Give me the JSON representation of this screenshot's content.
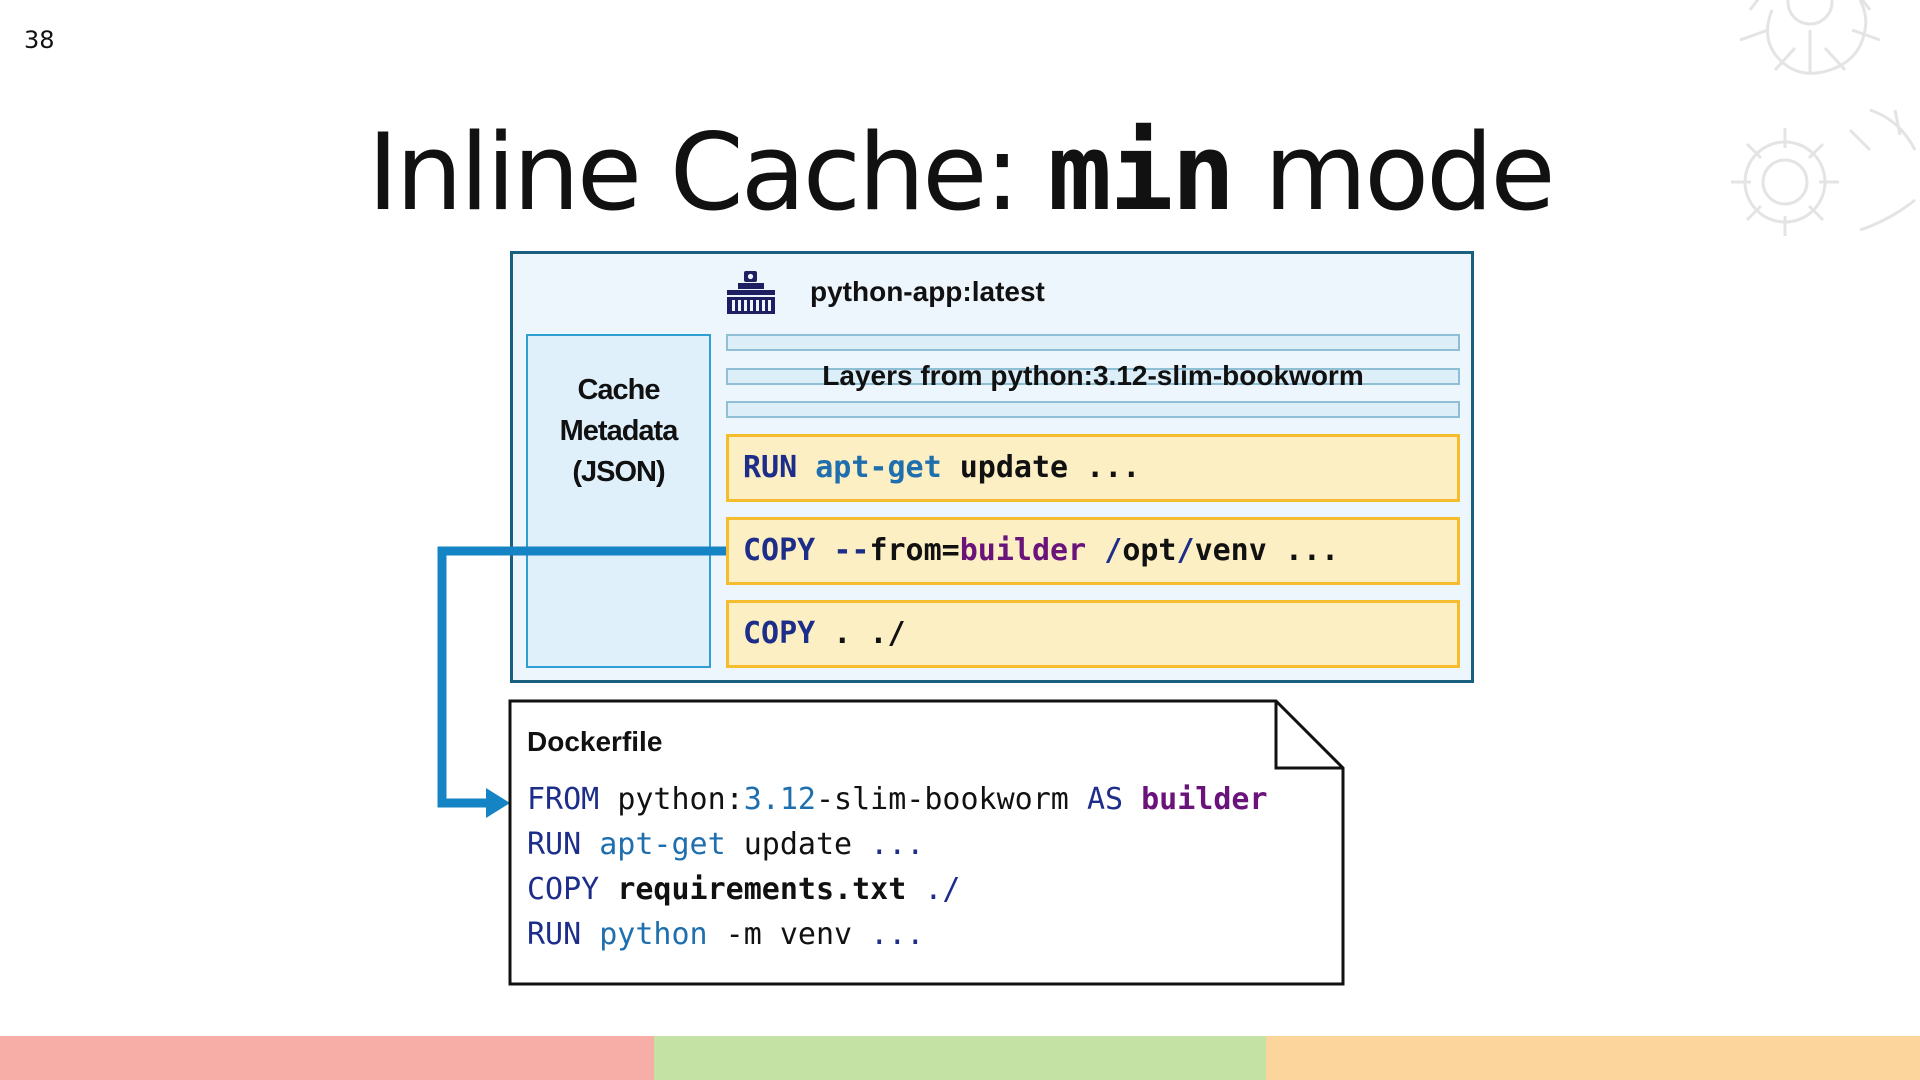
{
  "slide": {
    "number": "38",
    "title_prefix": "Inline Cache: ",
    "title_code": "min",
    "title_suffix": " mode"
  },
  "image_box": {
    "title": "python-app:latest",
    "icon": "container-ship-icon",
    "cache_metadata": {
      "line1": "Cache",
      "line2": "Metadata",
      "line3": "(JSON)"
    },
    "base_layers_label": "Layers from python:3.12-slim-bookworm",
    "layers": [
      {
        "parts": [
          {
            "text": "RUN ",
            "role": "kw"
          },
          {
            "text": "apt-get",
            "role": "fn"
          },
          {
            "text": " update ...",
            "role": "txt"
          }
        ]
      },
      {
        "parts": [
          {
            "text": "COPY ",
            "role": "kw"
          },
          {
            "text": "--",
            "role": "kw"
          },
          {
            "text": "from=",
            "role": "txt"
          },
          {
            "text": "builder",
            "role": "ref"
          },
          {
            "text": " /",
            "role": "kw"
          },
          {
            "text": "opt",
            "role": "txt"
          },
          {
            "text": "/",
            "role": "kw"
          },
          {
            "text": "venv ...",
            "role": "txt"
          }
        ]
      },
      {
        "parts": [
          {
            "text": "COPY",
            "role": "kw"
          },
          {
            "text": " . ./",
            "role": "txt"
          }
        ]
      }
    ]
  },
  "dockerfile": {
    "title": "Dockerfile",
    "lines": [
      {
        "parts": [
          {
            "text": "FROM ",
            "role": "kw"
          },
          {
            "text": "python:",
            "role": "txt"
          },
          {
            "text": "3.12",
            "role": "fn"
          },
          {
            "text": "-slim-bookworm ",
            "role": "txt"
          },
          {
            "text": "AS ",
            "role": "kw"
          },
          {
            "text": "builder",
            "role": "ref-bold"
          }
        ]
      },
      {
        "parts": [
          {
            "text": "RUN ",
            "role": "kw"
          },
          {
            "text": "apt-get",
            "role": "fn"
          },
          {
            "text": " update ",
            "role": "txt"
          },
          {
            "text": "...",
            "role": "kw"
          }
        ]
      },
      {
        "parts": [
          {
            "text": "COPY ",
            "role": "kw"
          },
          {
            "text": "requirements.txt",
            "role": "txt-bold"
          },
          {
            "text": " ./",
            "role": "kw"
          }
        ]
      },
      {
        "parts": [
          {
            "text": "RUN ",
            "role": "kw"
          },
          {
            "text": "python",
            "role": "fn"
          },
          {
            "text": " -m ",
            "role": "txt"
          },
          {
            "text": "venv ",
            "role": "txt"
          },
          {
            "text": "...",
            "role": "kw"
          }
        ]
      }
    ]
  },
  "colors": {
    "keyword": "#1d2d8a",
    "function": "#1f6fae",
    "reference": "#6a137a",
    "arrow": "#1584c4",
    "layer_fill": "#fcefc3",
    "layer_border": "#f5bc2e",
    "bar_left": "#f6aea6",
    "bar_middle": "#c4e2a3",
    "bar_right": "#fbd59b"
  }
}
